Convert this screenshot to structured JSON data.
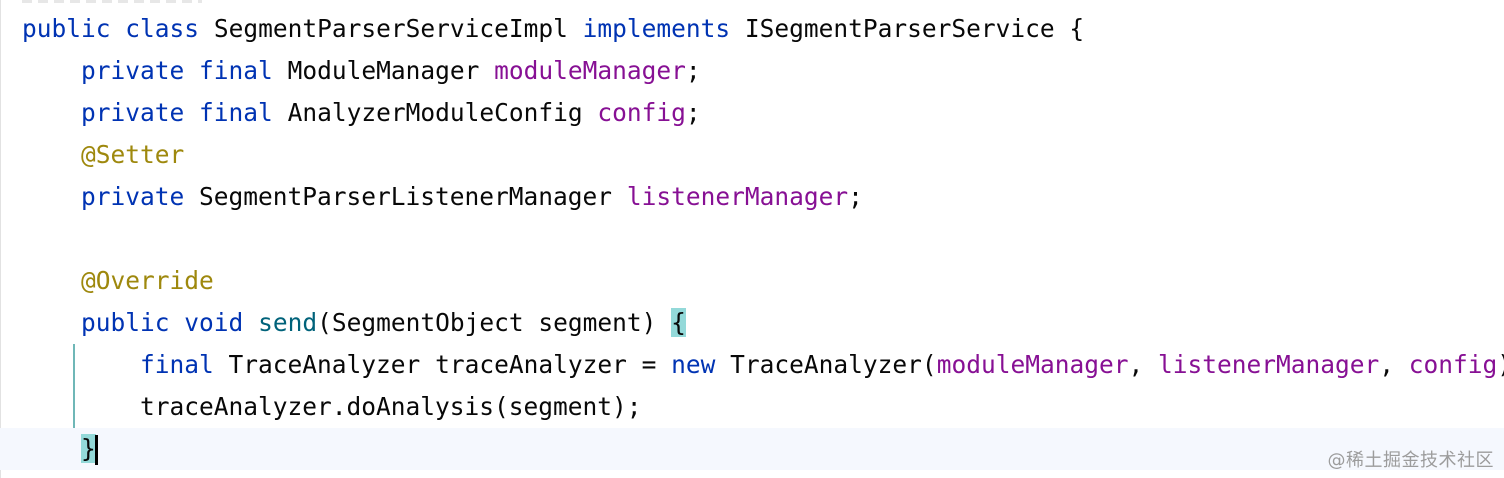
{
  "code": {
    "l1_kw1": "public",
    "l1_kw2": "class",
    "l1_name": "SegmentParserServiceImpl",
    "l1_kw3": "implements",
    "l1_iface": "ISegmentParserService",
    "l1_brace": "{",
    "l2_kw1": "private",
    "l2_kw2": "final",
    "l2_type": "ModuleManager",
    "l2_field": "moduleManager",
    "l3_kw1": "private",
    "l3_kw2": "final",
    "l3_type": "AnalyzerModuleConfig",
    "l3_field": "config",
    "l4_ann": "@Setter",
    "l5_kw1": "private",
    "l5_type": "SegmentParserListenerManager",
    "l5_field": "listenerManager",
    "l7_ann": "@Override",
    "l8_kw1": "public",
    "l8_kw2": "void",
    "l8_fn": "send",
    "l8_params": "(SegmentObject segment)",
    "l8_brace": "{",
    "l9_kw1": "final",
    "l9_type": "TraceAnalyzer",
    "l9_var": "traceAnalyzer",
    "l9_eq": "=",
    "l9_kw2": "new",
    "l9_ctor": "TraceAnalyzer(",
    "l9_arg1": "moduleManager",
    "l9_arg2": "listenerManager",
    "l9_arg3": "config",
    "l9_end": ");",
    "l10_text": "traceAnalyzer.doAnalysis(segment);",
    "l11_brace": "}"
  },
  "watermark": "@稀土掘金技术社区",
  "colors": {
    "keyword": "#0033b3",
    "field": "#871094",
    "annotation": "#9e880d",
    "method": "#00627a",
    "brace_match": "#93d9d9",
    "current_line": "#f5f8fe"
  }
}
